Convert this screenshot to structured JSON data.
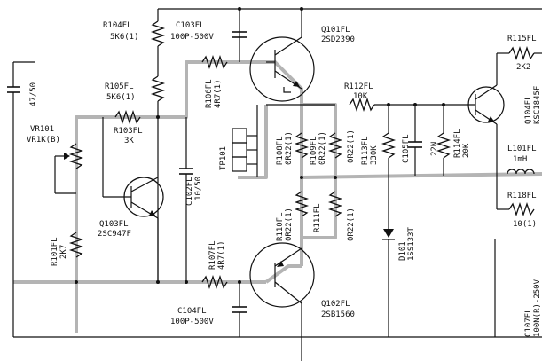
{
  "labels": {
    "r104": [
      "R104FL",
      "5K6(1)"
    ],
    "c103": [
      "C103FL",
      "100P-500V"
    ],
    "q101": [
      "Q101FL",
      "2SD2390"
    ],
    "r115": [
      "R115FL",
      "2K2"
    ],
    "r105": [
      "R105FL",
      "5K6(1)"
    ],
    "r106": [
      "R106FL",
      "4R7(1)"
    ],
    "r112": [
      "R112FL",
      "10K"
    ],
    "q104": [
      "Q104FL",
      "KSC1845F"
    ],
    "c47": [
      "47/50"
    ],
    "vr101": [
      "VR101",
      "VR1K(B)"
    ],
    "r103": [
      "R103FL",
      "3K"
    ],
    "r108": [
      "R108FL",
      "0R22(1)"
    ],
    "r109": [
      "R109FL",
      "0R22(1)"
    ],
    "r0": [
      "0R22(1)"
    ],
    "r113": [
      "R113FL",
      "330K"
    ],
    "c105": [
      "C105FL"
    ],
    "c22n": [
      "22N"
    ],
    "r114": [
      "R114FL",
      "20K"
    ],
    "l101": [
      "L101FL",
      "1mH"
    ],
    "c102": [
      "C102FL",
      "10/50"
    ],
    "tp101": [
      "TP101"
    ],
    "q103": [
      "Q103FL",
      "2SC947F"
    ],
    "r110": [
      "R110FL",
      "0R22(1)"
    ],
    "r111": [
      "R111FL"
    ],
    "r0b": [
      "0R22(1)"
    ],
    "r118": [
      "R118FL",
      "10(1)"
    ],
    "d101": [
      "D101",
      "1SS133T"
    ],
    "r101": [
      "R101FL",
      "2K7"
    ],
    "r107": [
      "R107FL",
      "4R7(1)"
    ],
    "q102": [
      "Q102FL",
      "2SB1560"
    ],
    "c104": [
      "C104FL",
      "100P-500V"
    ],
    "c107": [
      "C107FL",
      "100N(R)-250V"
    ]
  }
}
